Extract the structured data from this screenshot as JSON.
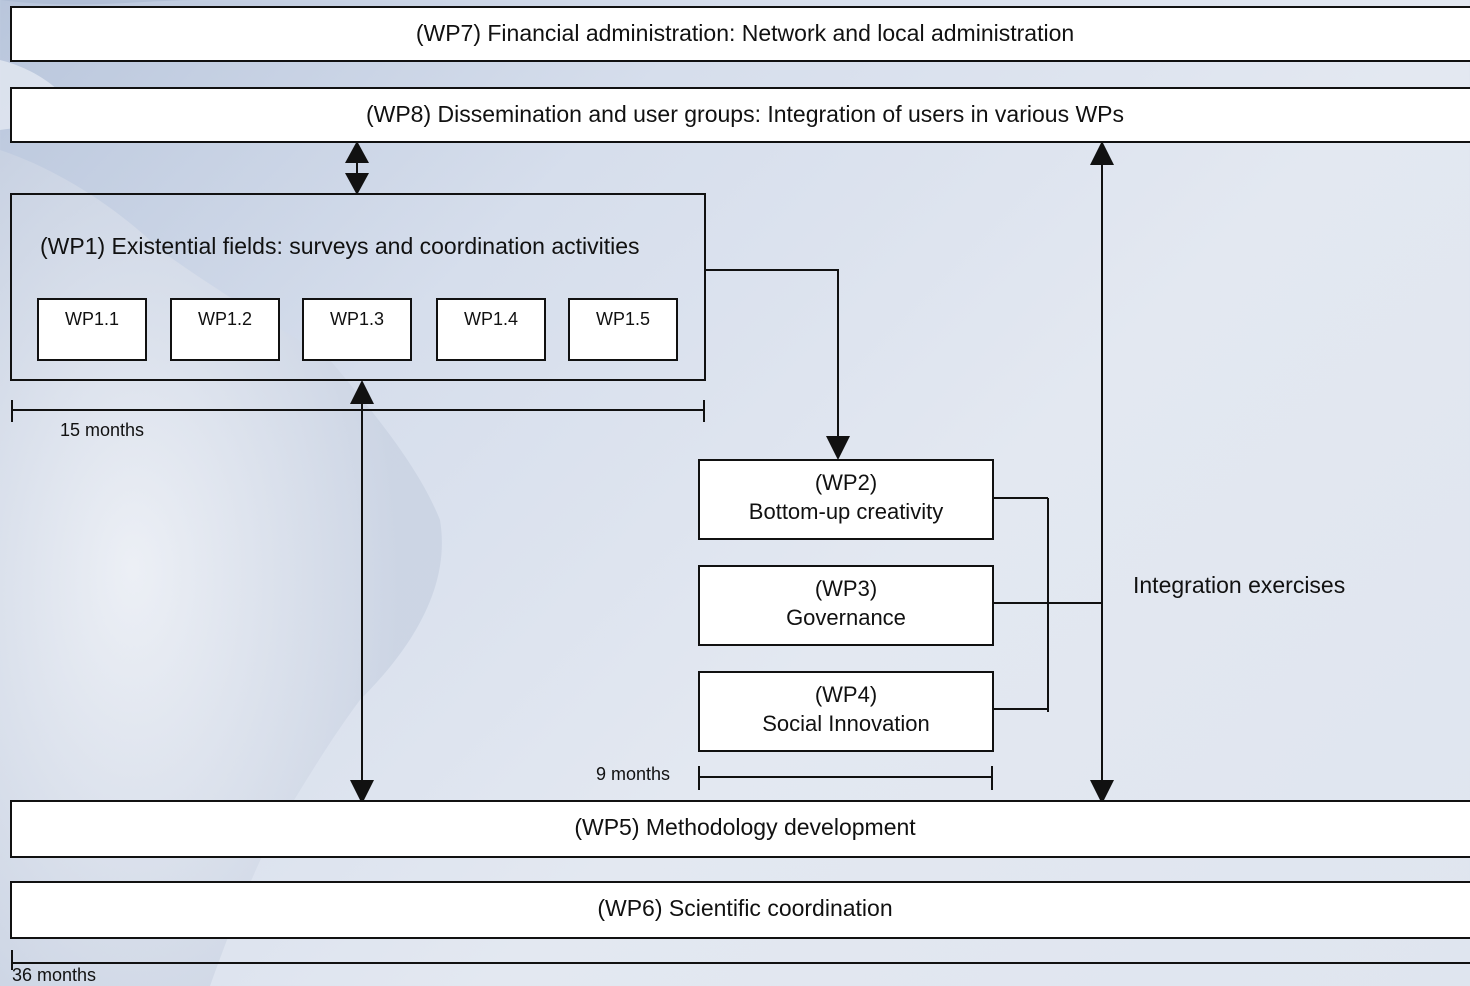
{
  "bars": {
    "wp7": "(WP7) Financial administration: Network and local administration",
    "wp8": "(WP8) Dissemination and user groups: Integration of users in various WPs",
    "wp5": "(WP5) Methodology development",
    "wp6": "(WP6) Scientific coordination"
  },
  "wp1": {
    "title": "(WP1) Existential fields: surveys and coordination activities",
    "subs": [
      "WP1.1",
      "WP1.2",
      "WP1.3",
      "WP1.4",
      "WP1.5"
    ]
  },
  "mid_boxes": [
    {
      "code": "(WP2)",
      "name": "Bottom-up creativity"
    },
    {
      "code": "(WP3)",
      "name": "Governance"
    },
    {
      "code": "(WP4)",
      "name": "Social Innovation"
    }
  ],
  "labels": {
    "wp1_duration": "15 months",
    "mid_duration": "9 months",
    "total_duration": "36 months",
    "integration": "Integration exercises"
  },
  "colors": {
    "line": "#111111",
    "box_fill": "#ffffff"
  }
}
